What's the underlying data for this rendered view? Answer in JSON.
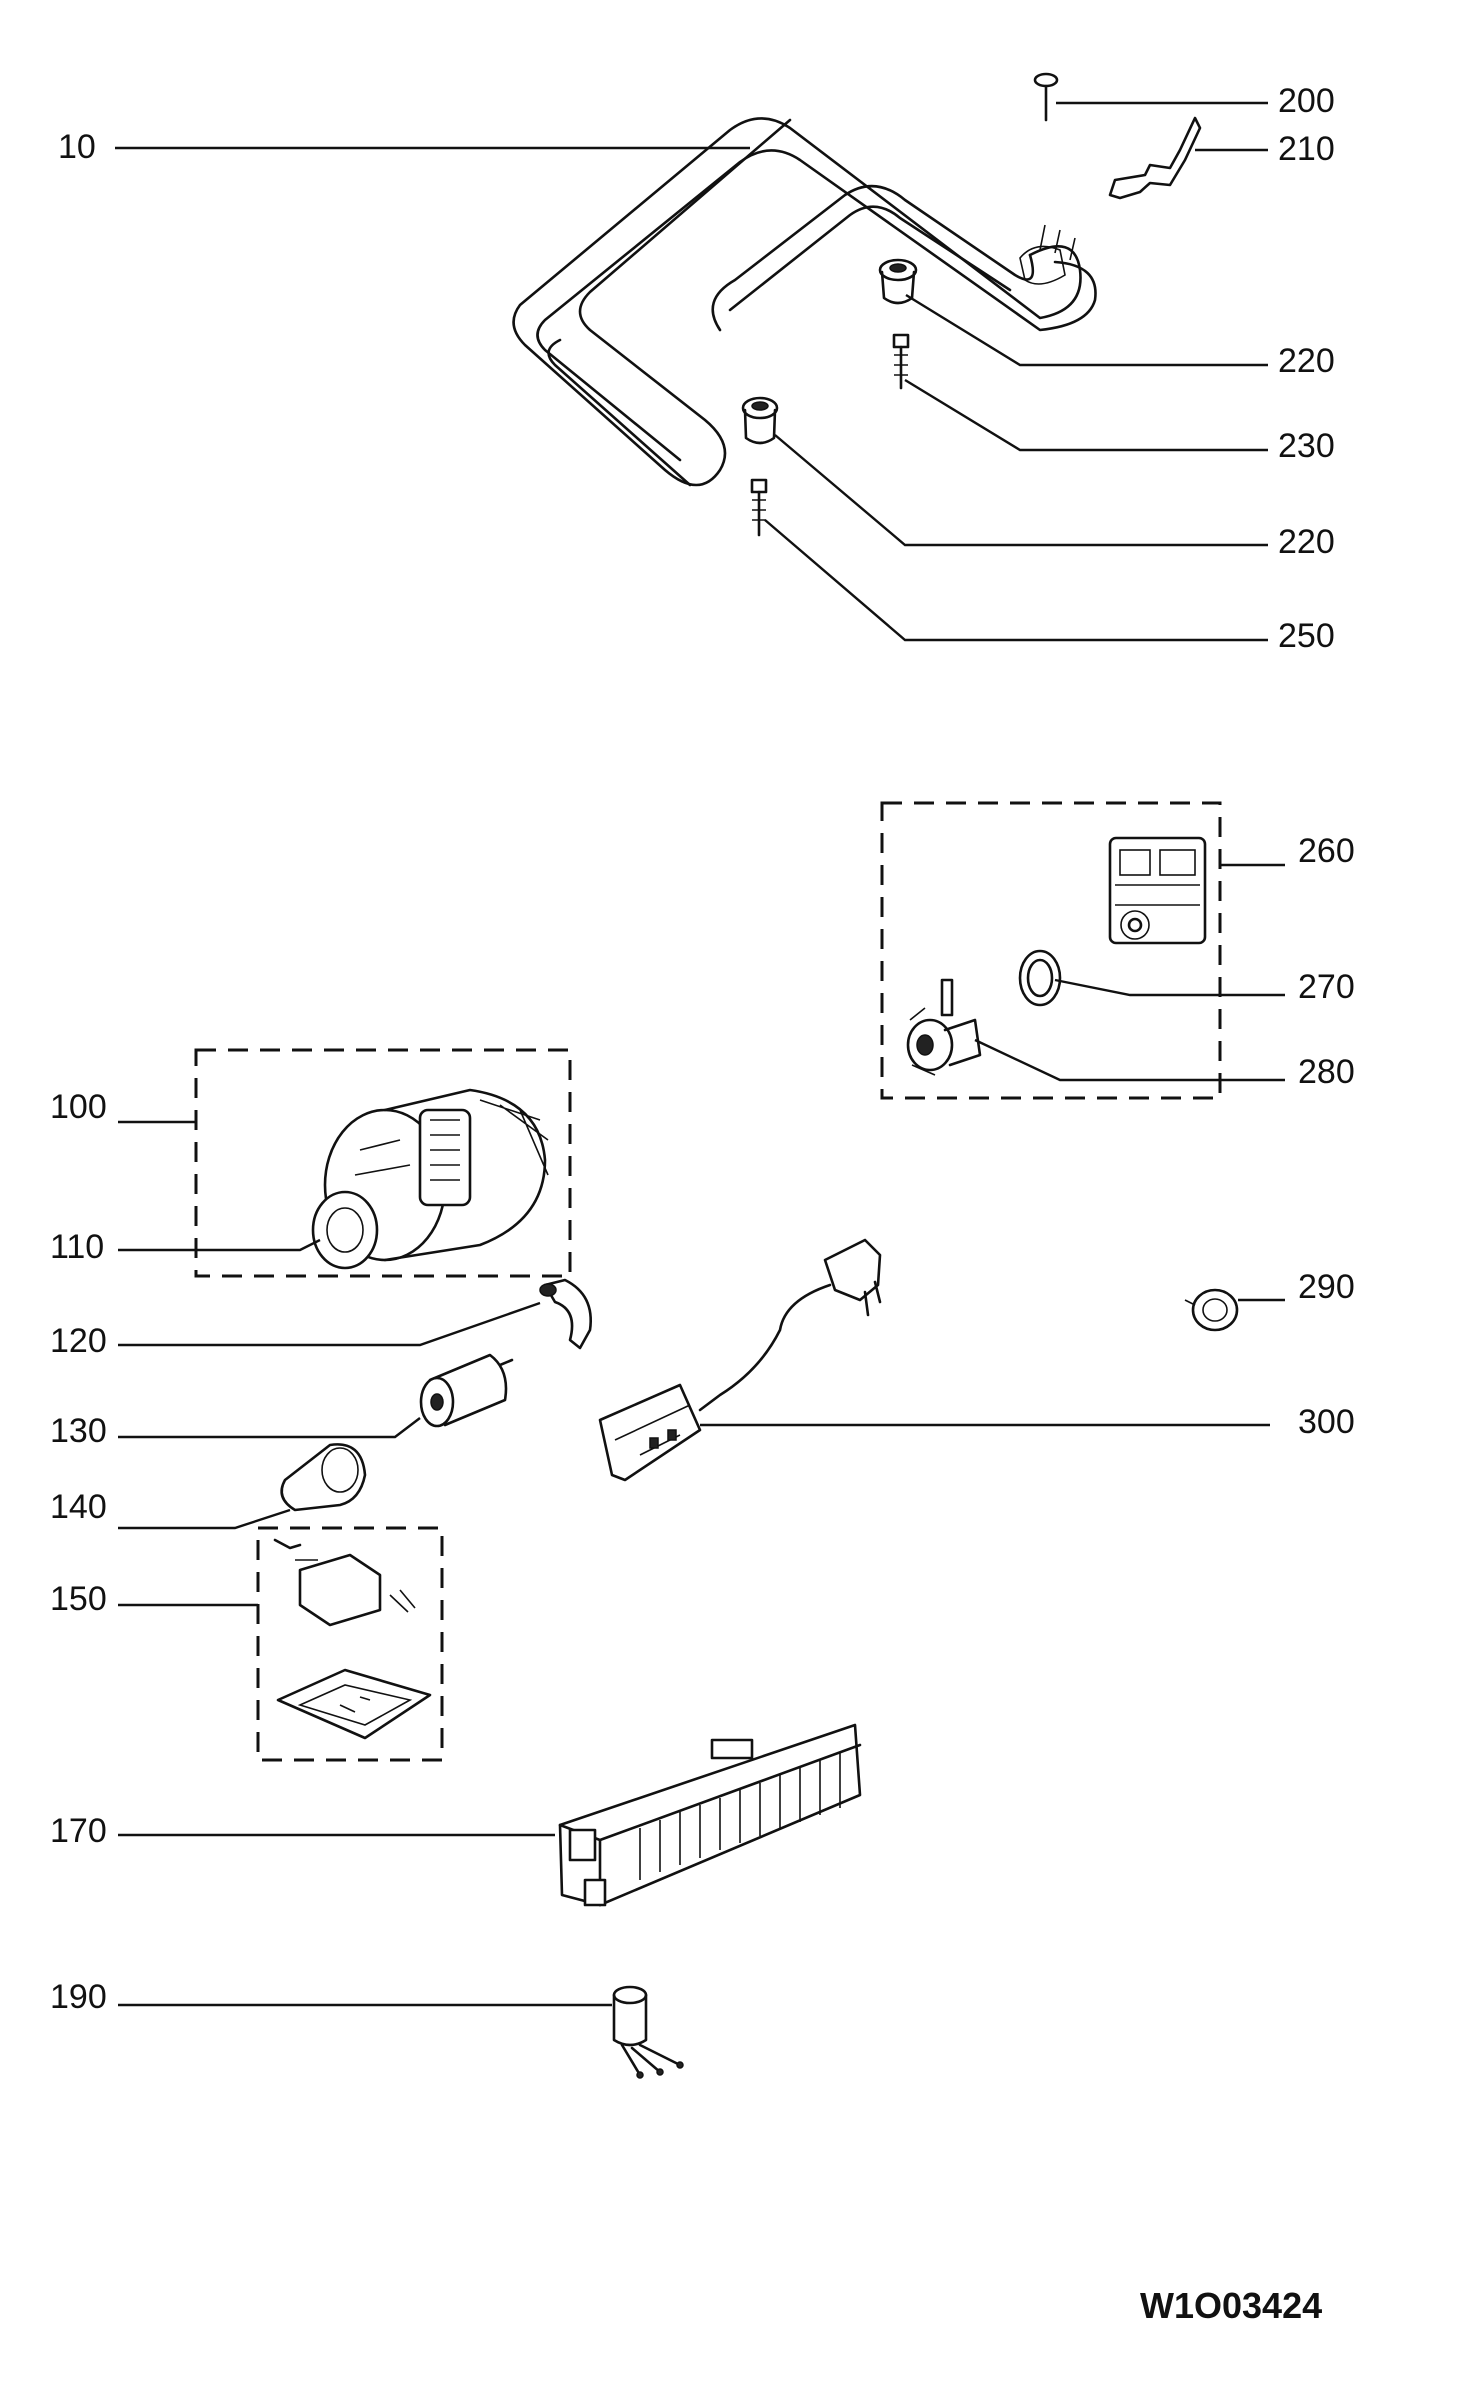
{
  "diagram_code": "W1O03424",
  "labels": {
    "p10": "10",
    "p200": "200",
    "p210": "210",
    "p220a": "220",
    "p230": "230",
    "p220b": "220",
    "p250": "250",
    "p260": "260",
    "p270": "270",
    "p280": "280",
    "p100": "100",
    "p110": "110",
    "p120": "120",
    "p130": "130",
    "p140": "140",
    "p150": "150",
    "p170": "170",
    "p190": "190",
    "p290": "290",
    "p300": "300"
  }
}
